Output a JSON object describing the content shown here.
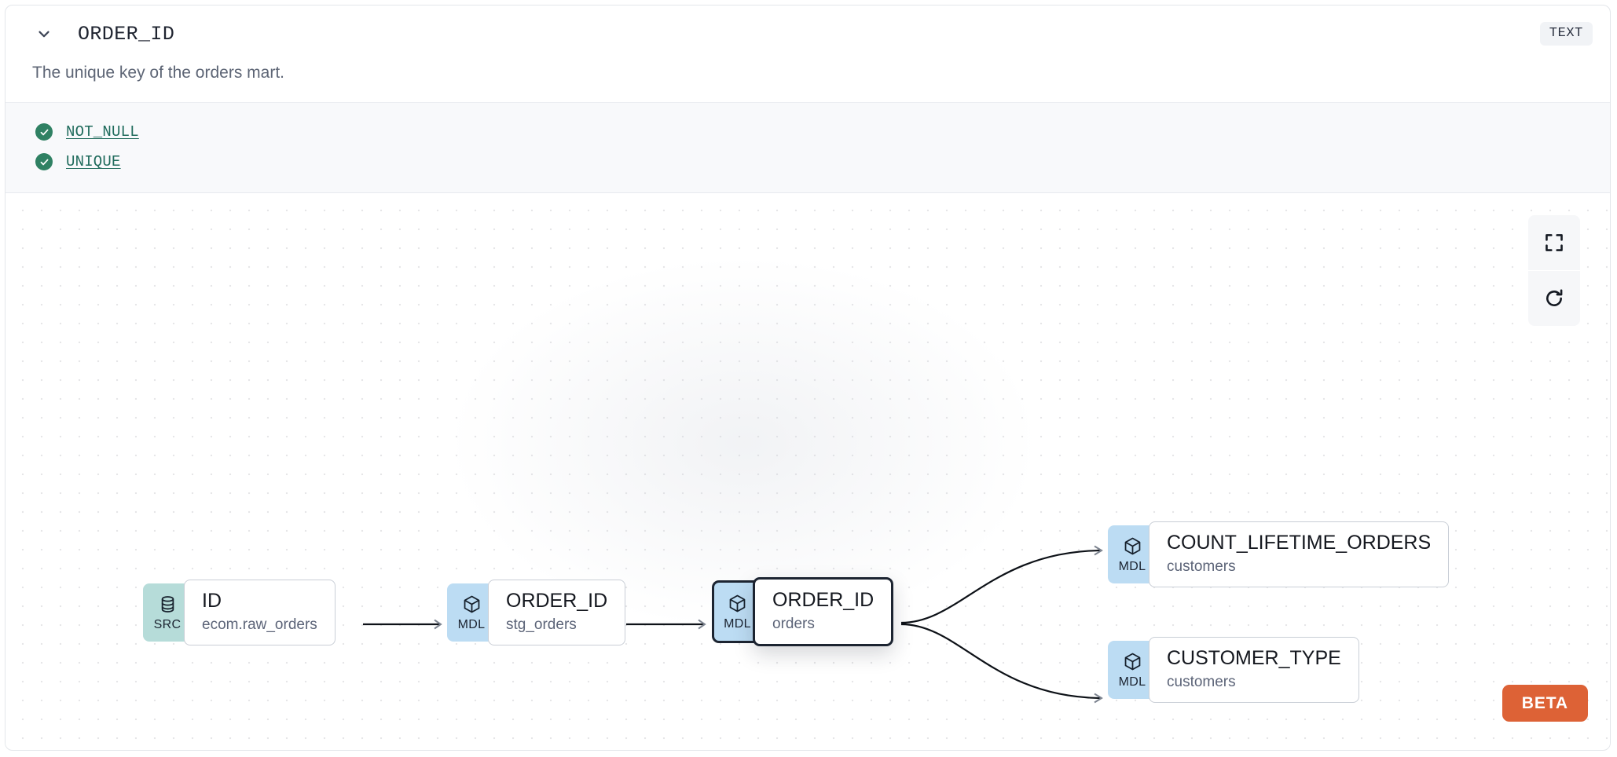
{
  "header": {
    "chevron_icon": "chevron-down-icon",
    "column_name": "ORDER_ID",
    "data_type_badge": "TEXT"
  },
  "description": "The unique key of the orders mart.",
  "tests": {
    "status_icon": "check-circle-icon",
    "items": [
      {
        "label": "NOT_NULL",
        "status": "passed"
      },
      {
        "label": "UNIQUE",
        "status": "passed"
      }
    ]
  },
  "lineage": {
    "controls": [
      {
        "name": "fit-view-button",
        "icon": "fullscreen-icon"
      },
      {
        "name": "reset-button",
        "icon": "refresh-icon"
      }
    ],
    "beta_label": "BETA",
    "nodes": [
      {
        "id": "src-id",
        "tag": "SRC",
        "tag_icon": "database-icon",
        "name": "ID",
        "sub": "ecom.raw_orders",
        "selected": false
      },
      {
        "id": "mdl-stg",
        "tag": "MDL",
        "tag_icon": "cube-icon",
        "name": "ORDER_ID",
        "sub": "stg_orders",
        "selected": false
      },
      {
        "id": "mdl-orders",
        "tag": "MDL",
        "tag_icon": "cube-icon",
        "name": "ORDER_ID",
        "sub": "orders",
        "selected": true
      },
      {
        "id": "mdl-count",
        "tag": "MDL",
        "tag_icon": "cube-icon",
        "name": "COUNT_LIFETIME_ORDERS",
        "sub": "customers",
        "selected": false
      },
      {
        "id": "mdl-custtype",
        "tag": "MDL",
        "tag_icon": "cube-icon",
        "name": "CUSTOMER_TYPE",
        "sub": "customers",
        "selected": false
      }
    ],
    "edges": [
      {
        "from": "src-id",
        "to": "mdl-stg"
      },
      {
        "from": "mdl-stg",
        "to": "mdl-orders"
      },
      {
        "from": "mdl-orders",
        "to": "mdl-count"
      },
      {
        "from": "mdl-orders",
        "to": "mdl-custtype"
      }
    ]
  },
  "colors": {
    "src_tag": "#b6dcd9",
    "mdl_tag": "#bcdcf3",
    "test_pass": "#2f8163",
    "test_link": "#1f6b5c",
    "beta": "#dd6236",
    "selected_border": "#1c2431"
  }
}
